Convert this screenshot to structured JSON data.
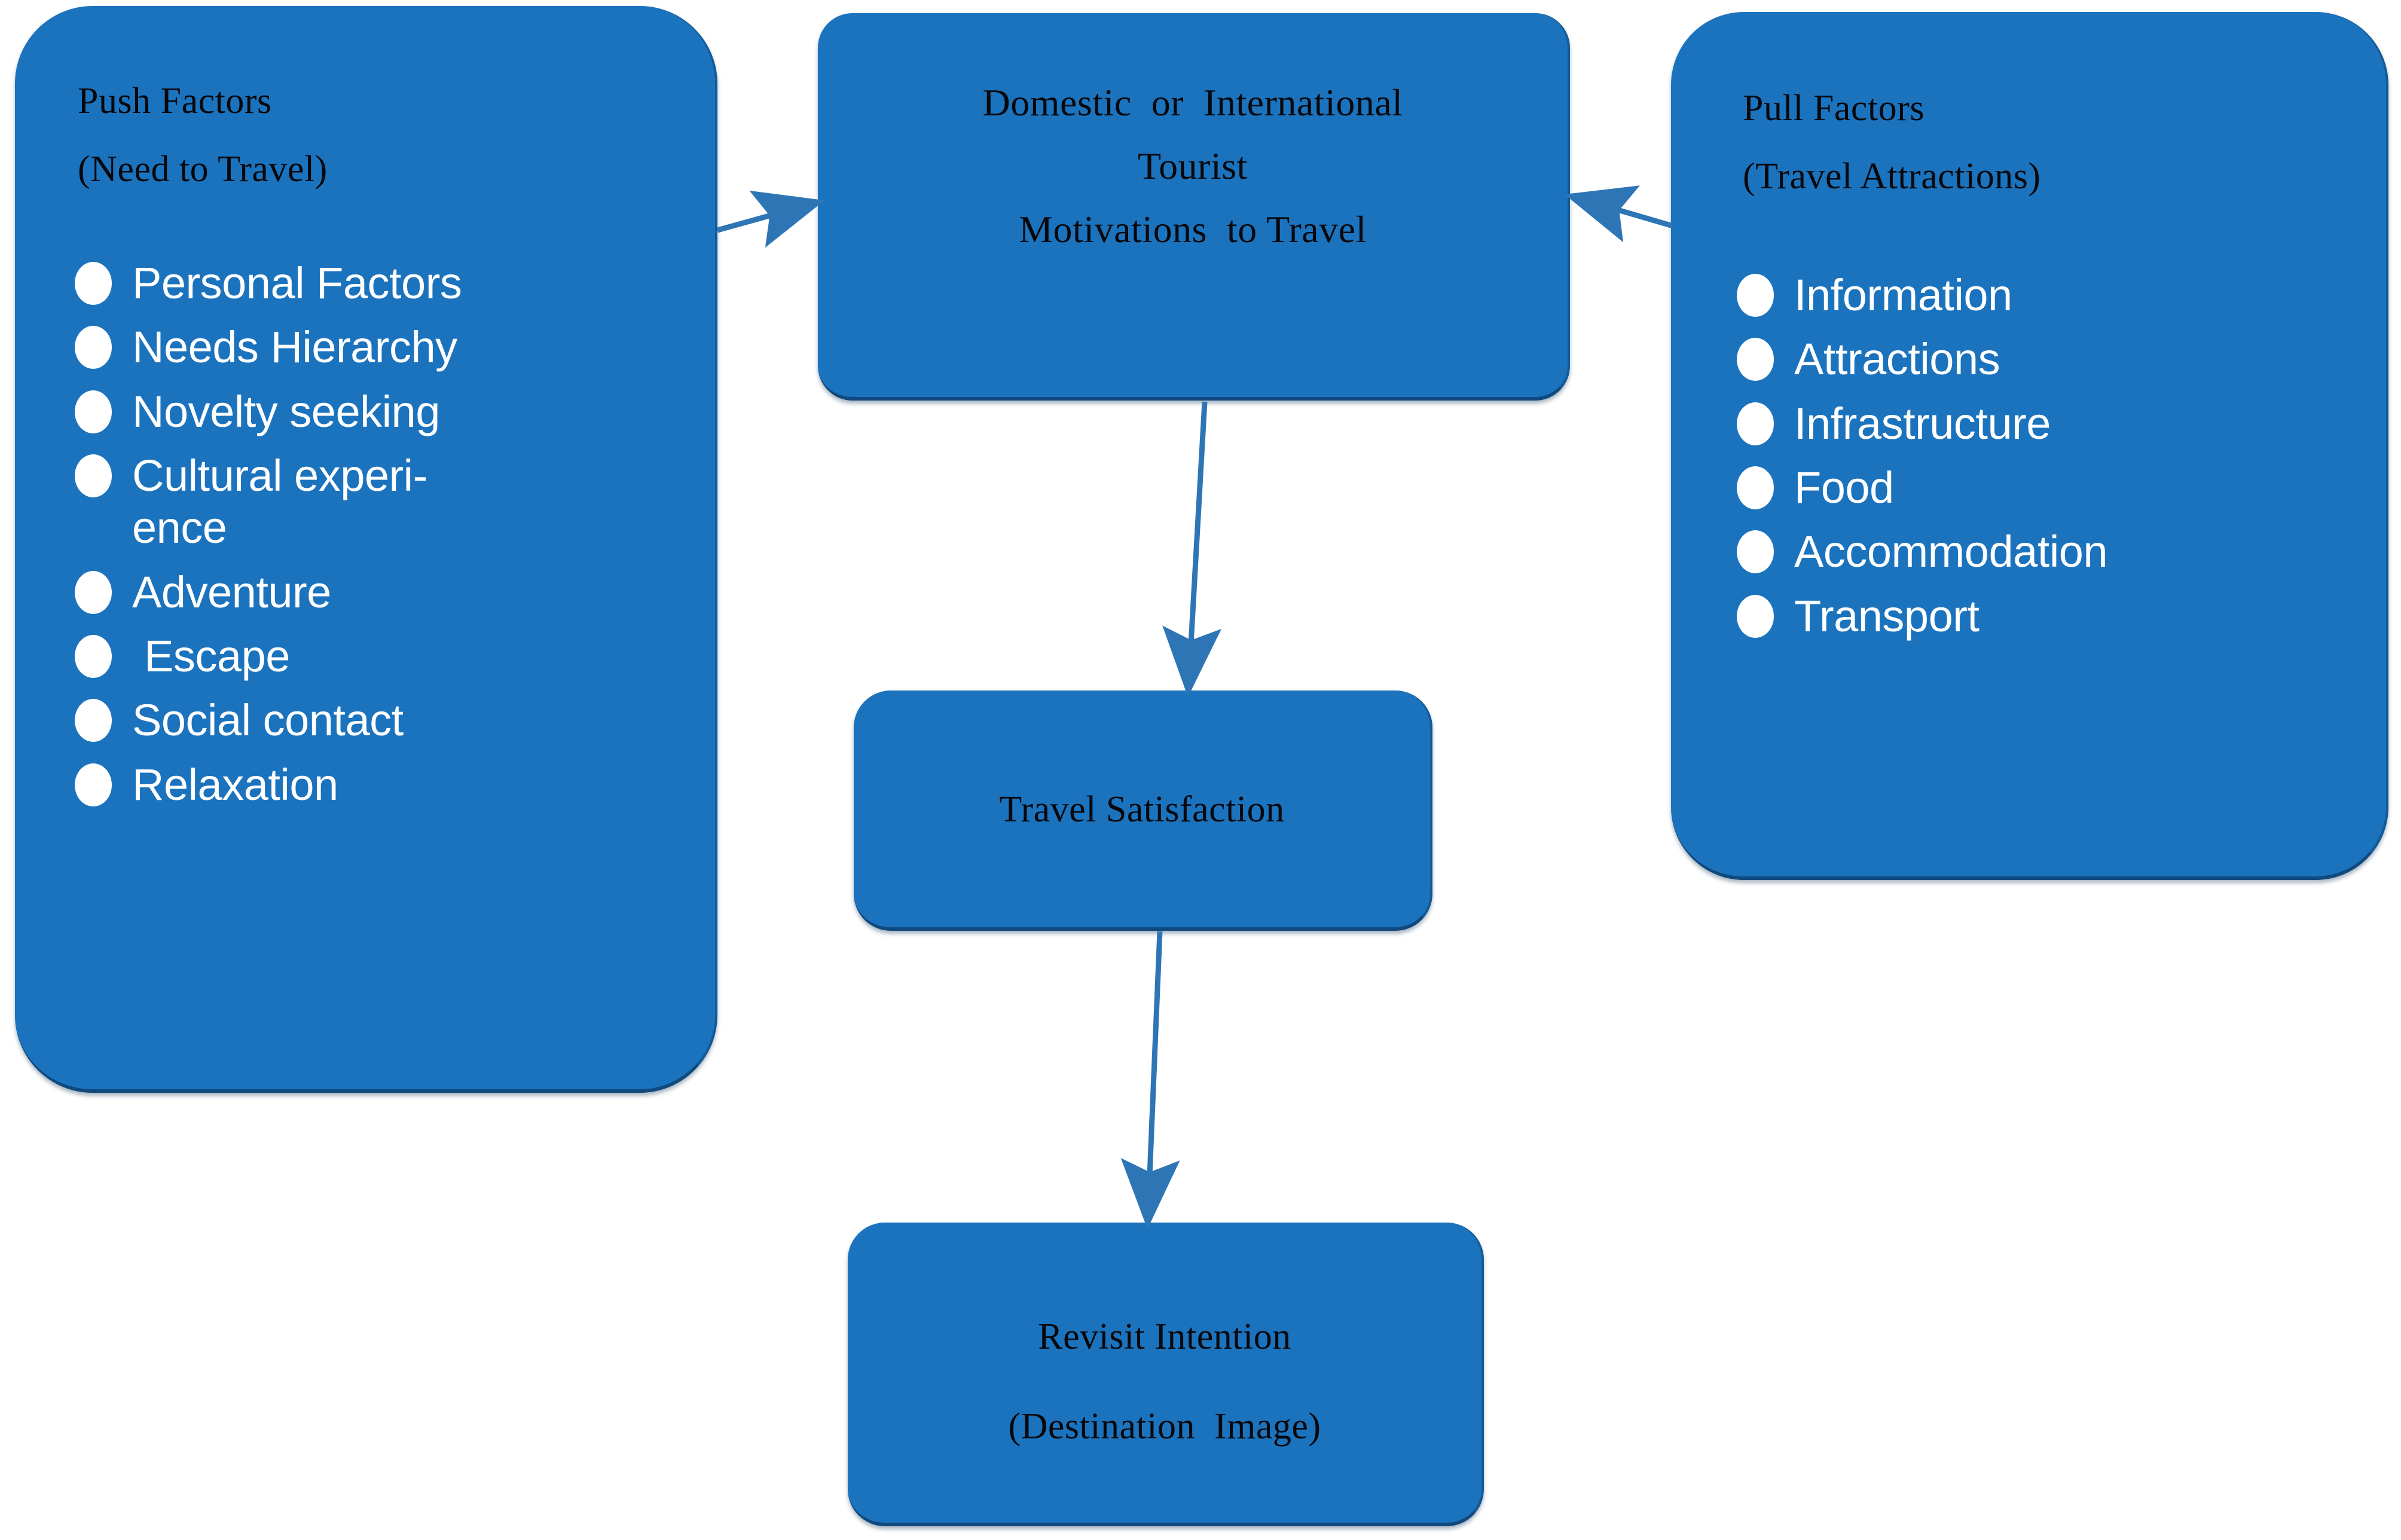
{
  "diagram": {
    "title": "Push and Pull Factors Tourist Motivation Model",
    "background_color": "#FFFFFF",
    "node_fill_color": "#1B73BE",
    "node_edge_color": "#10497E",
    "bullet_color": "#FFFFFF",
    "header_text_color": "#08080C",
    "arrow_color": "#2E75B6"
  },
  "push_box": {
    "heading_line1": "Push Factors",
    "heading_line2": "(Need to Travel)",
    "items": [
      "Personal Factors",
      "Needs Hierarchy",
      "Novelty seeking",
      "Cultural experi-\nence",
      "Adventure",
      " Escape",
      "Social contact",
      "Relaxation"
    ]
  },
  "motivation_box": {
    "line1": "Domestic  or  International",
    "line2": "Tourist",
    "line3": "Motivations  to Travel"
  },
  "pull_box": {
    "heading_line1": "Pull Factors",
    "heading_line2": "(Travel Attractions)",
    "items": [
      "Information",
      "Attractions",
      "Infrastructure",
      "Food",
      "Accommodation",
      "Transport"
    ]
  },
  "satisfaction_box": {
    "label": "Travel Satisfaction"
  },
  "revisit_box": {
    "line1": "Revisit Intention",
    "line2": "(Destination  Image)"
  },
  "connections": [
    {
      "name": "push-to-motivation",
      "from": "Push Factors",
      "to": "Domestic or International Tourist Motivations to Travel",
      "direction": "right"
    },
    {
      "name": "pull-to-motivation",
      "from": "Pull Factors",
      "to": "Domestic or International Tourist Motivations to Travel",
      "direction": "left"
    },
    {
      "name": "motivation-to-satisfaction",
      "from": "Domestic or International Tourist Motivations to Travel",
      "to": "Travel Satisfaction",
      "direction": "down"
    },
    {
      "name": "satisfaction-to-revisit",
      "from": "Travel Satisfaction",
      "to": "Revisit Intention (Destination Image)",
      "direction": "down"
    }
  ]
}
